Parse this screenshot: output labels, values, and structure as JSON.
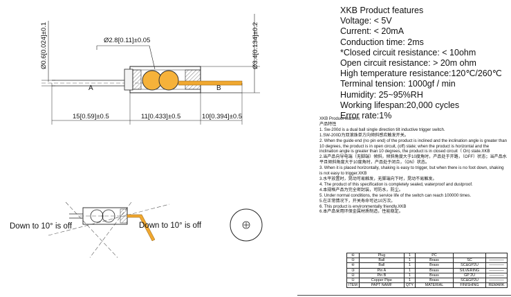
{
  "drawing": {
    "dim_diameter_ball": "Ø2.8[0.11]±0.05",
    "dim_pin_dia": "Ø0.6[0.024]±0.1",
    "dim_body_dia": "Ø3.4[0.134]±0.2",
    "label_a": "A",
    "label_b": "B",
    "dim_len_a": "15[0.59]±0.5",
    "dim_len_body": "11[0.433]±0.5",
    "dim_len_b": "10[0.394]±0.5",
    "tilt_left": "Down to 10° is off",
    "tilt_right": "Down to 10° is off"
  },
  "features": [
    "XKB  Product features",
    "Voltage: < 5V",
    "Current: < 20mA",
    "Conduction time: 2ms",
    "*Closed circuit resistance: < 10ohm",
    "Open circuit resistance: > 20m ohm",
    "High temperature resistance:120℃/260℃",
    "Terminal tension: 1000gf / min",
    "Humidity: 25~95%RH",
    "Working lifespan:20,000 cycles",
    "Error rate:1%"
  ],
  "notes": [
    "XKB Product features",
    "产品特性",
    "1. Sw-200d is a dual ball single direction tilt inductive trigger switch.",
    "1.SW-200D为双滚珠单方向倾斜感应触发开关。",
    "2. When the guide end (no pin end) of the product is inclined and the inclination angle is greater than 10 degrees, the product is in open circuit, (off) state; when the product is horizontal and the inclination angle is greater than 10 degrees, the product is in closed circuit（ On) state.XKB",
    "2.当产品向导电端（无脚端）倾斜，倾斜角度大于10度角时，产品处于开路，（OFF）状态；当产品水平且倾斜角度大于10度角时，产品处于闭合，（ON）状态。",
    "3. When it is placed horizontally, shaking is easy to trigger, but when there is no foot down, shaking is not easy to trigger.XKB",
    "3.水平放置时，晃动可易触发，无脚端向下时，晃动不易触发。",
    "4. The product of this specification is completely sealed, waterproof and dustproof.",
    "4.本规格产品为完全密封装，可防水，防尘。",
    "5. Under normal conditions, the service life of the switch can reach 100000 times.",
    "5.在正常情况下，开关寿命可达10万次。",
    "6. This product is environmentally friendly.XKB",
    "6.本产品采用环保金属材质制造，性能稳定。"
  ],
  "bom": {
    "rows": [
      [
        "⑥",
        "Plug",
        "1",
        "PC",
        "",
        ""
      ],
      [
        "⑤",
        "Ball",
        "1",
        "Brass",
        "SC",
        "————"
      ],
      [
        "④",
        "Ball",
        "1",
        "Brass",
        "SC&GP2U",
        "————"
      ],
      [
        "③",
        "Pin A",
        "1",
        "Brass",
        "SILVERING",
        "————"
      ],
      [
        "②",
        "Pin B",
        "1",
        "Brass",
        "GP 2U",
        "————"
      ],
      [
        "①",
        "Copper Pipe",
        "1",
        "Brass",
        "SC&GP2U",
        "————"
      ]
    ],
    "header": [
      "ITEM",
      "PAPT NAMF",
      "QTY",
      "MATERIAL",
      "FINISHING",
      "REMARK"
    ]
  }
}
